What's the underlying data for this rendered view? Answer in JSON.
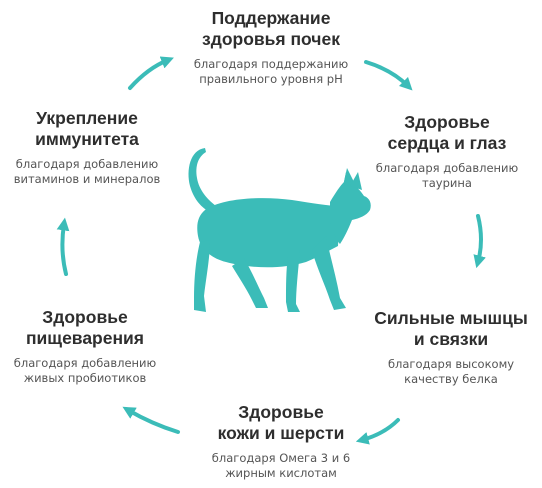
{
  "colors": {
    "accent": "#3bbcb8",
    "title": "#2e2e2e",
    "text": "#555555"
  },
  "icons": {
    "center": "cat-silhouette-icon",
    "arrow": "arrow-icon"
  },
  "nodes": {
    "top": {
      "title": "Поддержание\nздоровья почек",
      "desc": "благодаря поддержанию\nправильного уровня pH"
    },
    "tr": {
      "title": "Здоровье\nсердца и глаз",
      "desc": "благодаря добавлению\nтаурина"
    },
    "br": {
      "title": "Сильные мышцы\nи связки",
      "desc": "благодаря высокому\nкачеству белка"
    },
    "bottom": {
      "title": "Здоровье\nкожи и шерсти",
      "desc": "благодаря Омега 3 и 6\nжирным кислотам"
    },
    "bl": {
      "title": "Здоровье\nпищеварения",
      "desc": "благодаря добавлению\nживых пробиотиков"
    },
    "tl": {
      "title": "Укрепление\nиммунитета",
      "desc": "благодаря добавлению\nвитаминов и минералов"
    }
  }
}
